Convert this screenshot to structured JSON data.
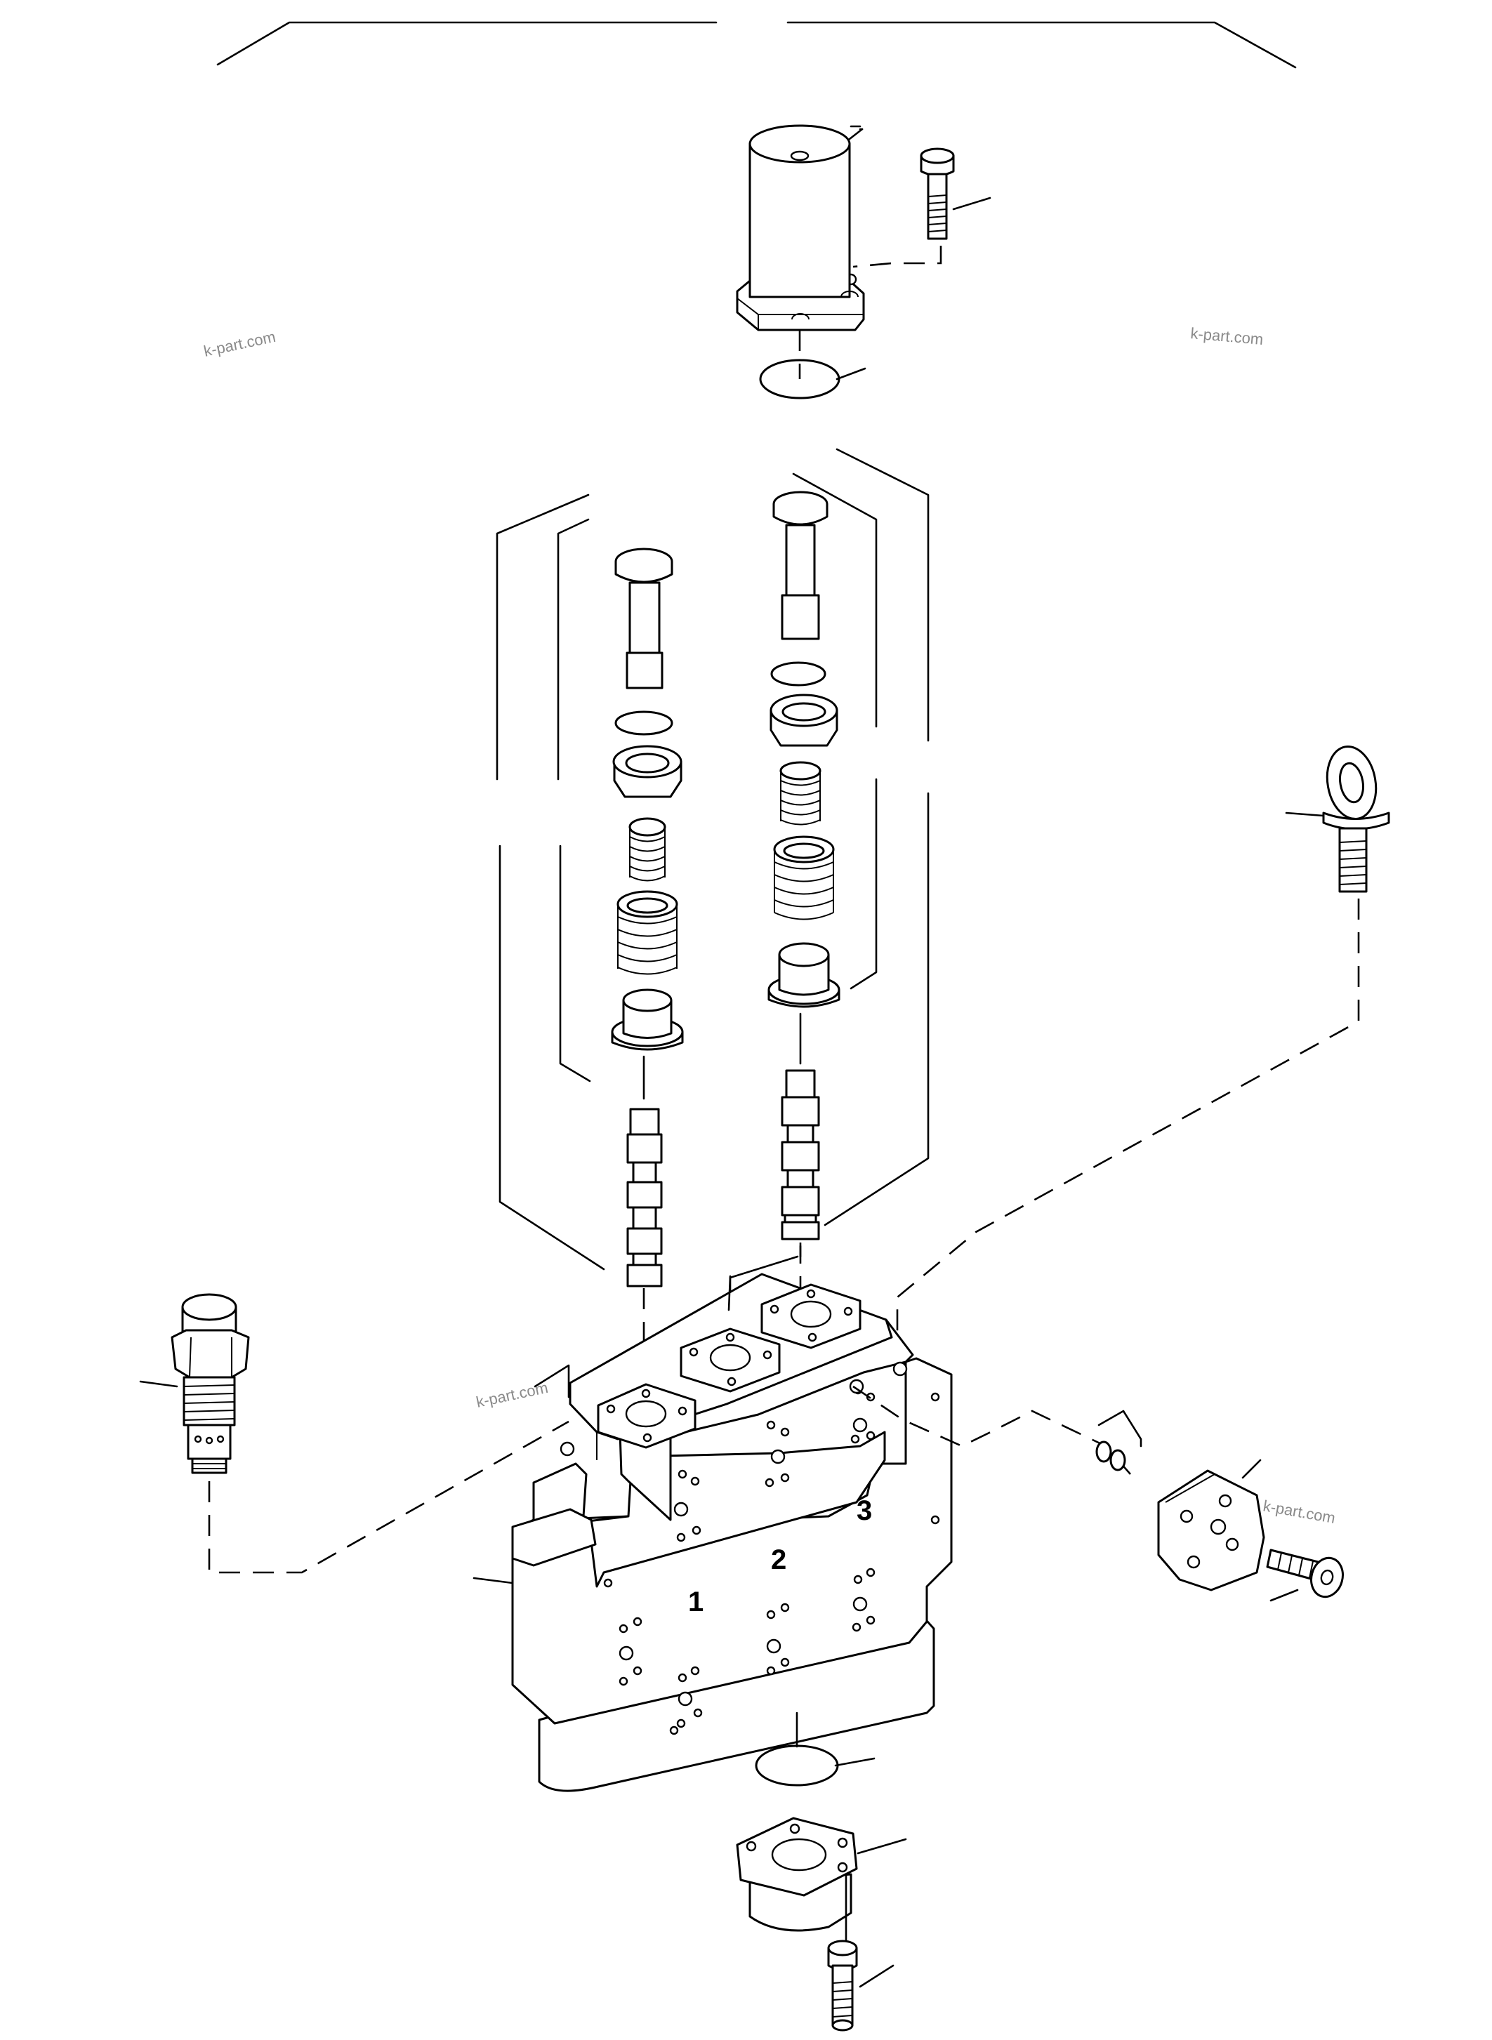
{
  "watermarks": [
    "k-part.com",
    "k-part.com",
    "k-part.com",
    "k-part.com"
  ],
  "section_numbers": [
    "1",
    "2",
    "3"
  ]
}
